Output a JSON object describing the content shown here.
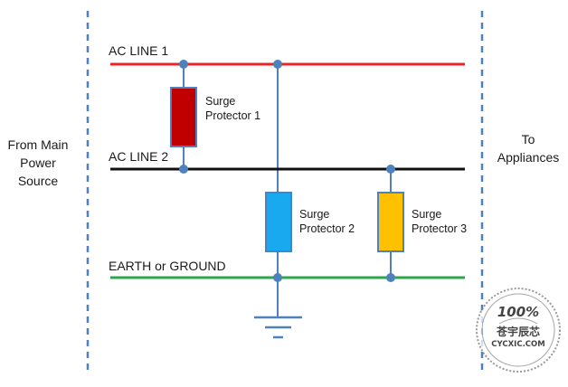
{
  "labels": {
    "ac_line_1": "AC LINE 1",
    "ac_line_2": "AC LINE 2",
    "earth": "EARTH or GROUND"
  },
  "left_text": [
    "From Main",
    "Power",
    "Source"
  ],
  "right_text": [
    "To",
    "Appliances"
  ],
  "protectors": [
    {
      "line1": "Surge",
      "line2": "Protector 1"
    },
    {
      "line1": "Surge",
      "line2": "Protector 2"
    },
    {
      "line1": "Surge",
      "line2": "Protector 3"
    }
  ],
  "colors": {
    "ac_line_1": "#e8262a",
    "ac_line_2": "#111111",
    "earth": "#2aa84a",
    "protector_1": "#c00000",
    "protector_2": "#18a9ee",
    "protector_3": "#ffc000",
    "wire": "#4f81bd",
    "node": "#4f81bd"
  },
  "watermark": {
    "percent": "100%",
    "chinese": "苍宇辰芯",
    "domain": "CYCXIC.COM"
  }
}
